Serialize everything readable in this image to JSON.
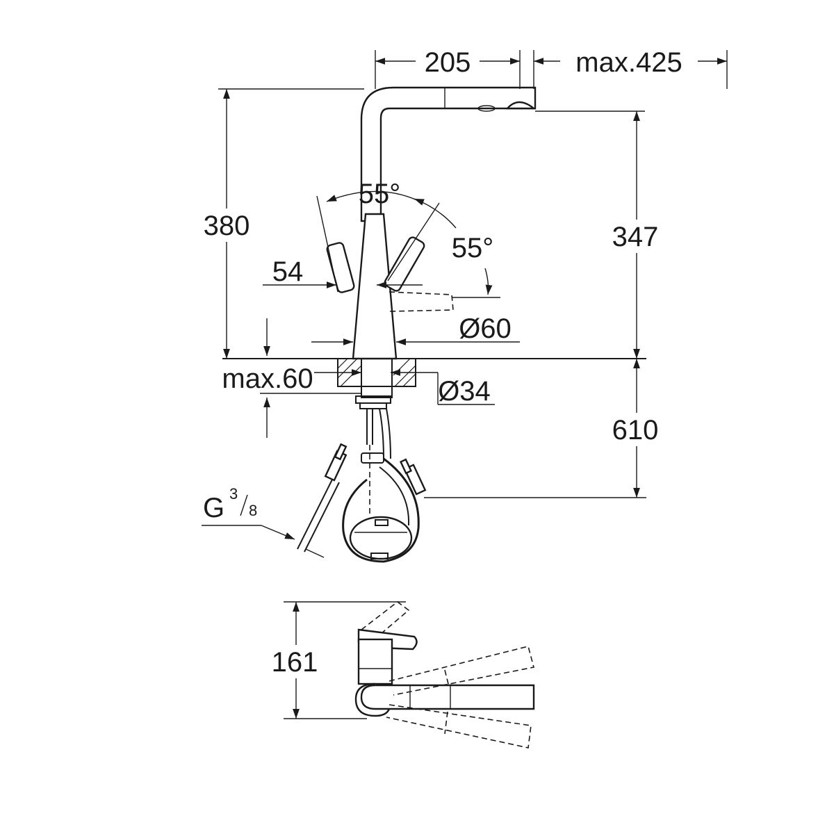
{
  "dimensions": {
    "spout_reach": "205",
    "pull_out": "max.425",
    "total_height": "380",
    "spout_height": "347",
    "lever_left_angle": "55°",
    "lever_right_angle": "55°",
    "lever_offset": "54",
    "base_diameter": "Ø60",
    "deck_thickness": "max.60",
    "hole_diameter": "Ø34",
    "hose_length": "610",
    "thread_letter": "G",
    "thread_numerator": "3",
    "thread_denominator": "8",
    "top_view_height": "161"
  },
  "colors": {
    "line": "#1a1a1a",
    "background": "#ffffff"
  }
}
